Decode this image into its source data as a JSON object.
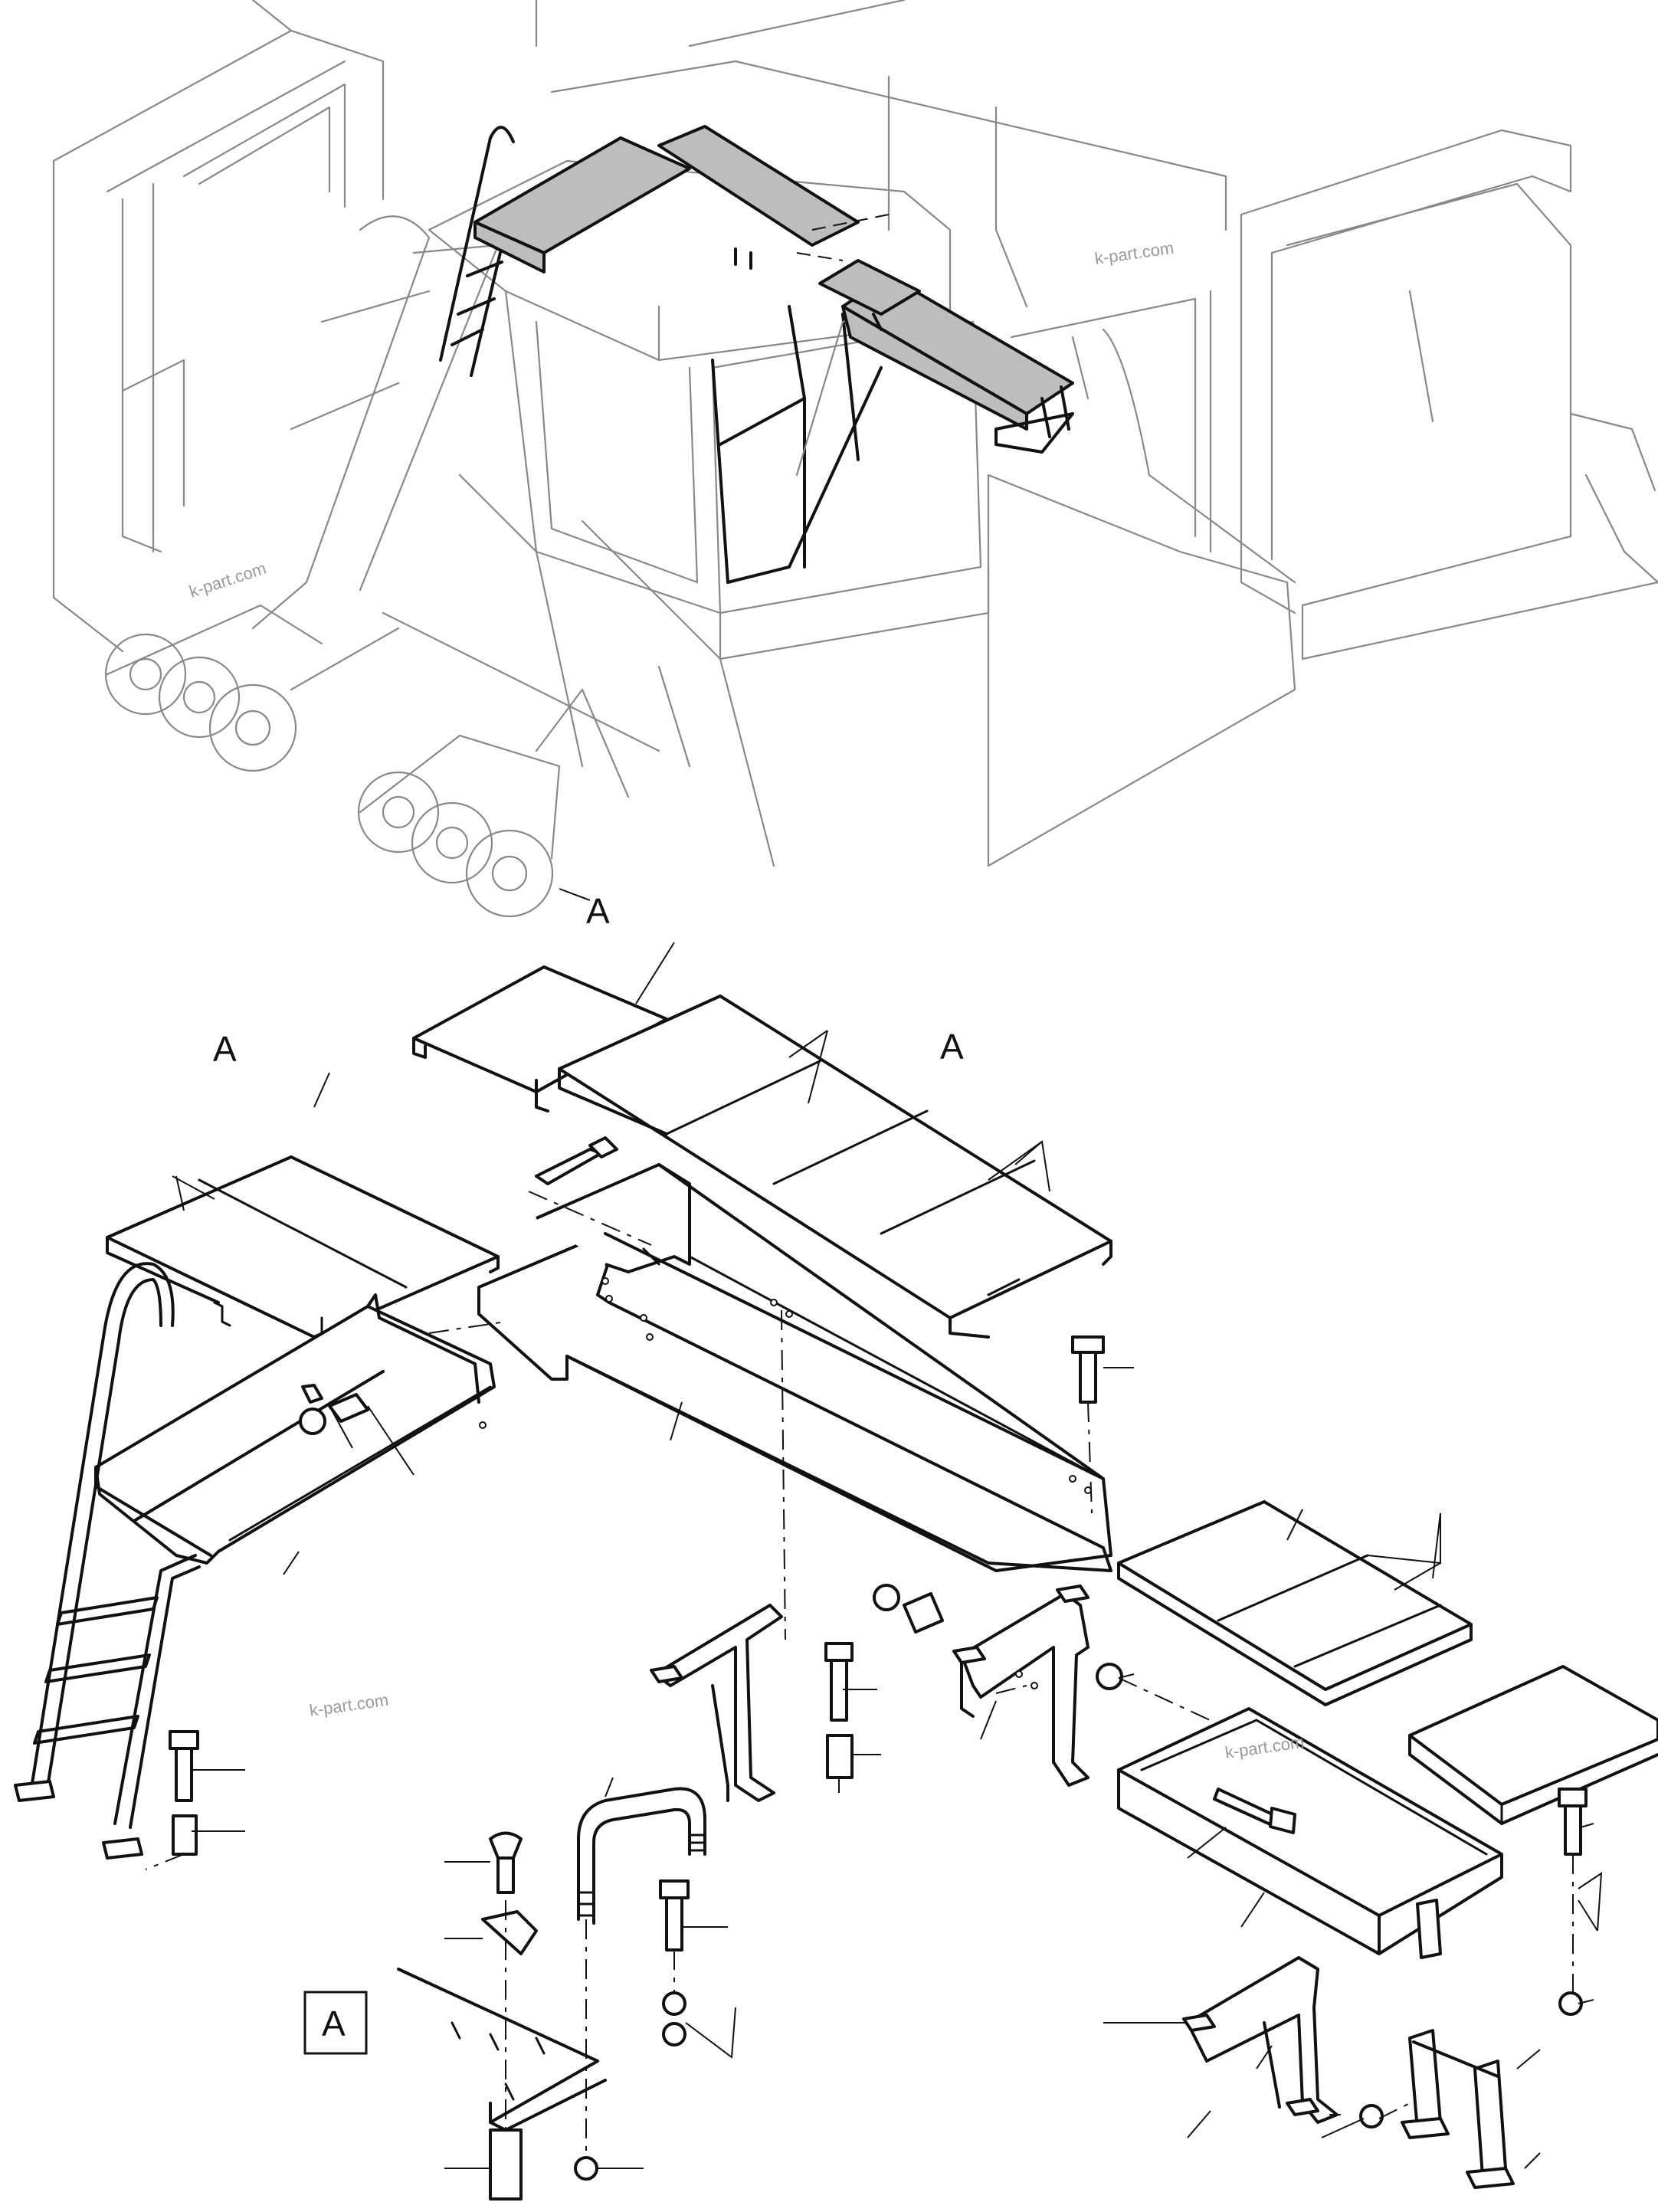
{
  "labels": {
    "overview_marker": "A",
    "detail_marker_left": "A",
    "detail_marker_right": "A",
    "boxed_marker": "A"
  },
  "watermarks": [
    "k-part.com",
    "k-part.com",
    "k-part.com",
    "k-part.com"
  ],
  "colors": {
    "line_dark": "#111111",
    "line_light": "#888888",
    "highlight_fill": "#bdbdbd",
    "watermark": "#9a9a9a"
  }
}
